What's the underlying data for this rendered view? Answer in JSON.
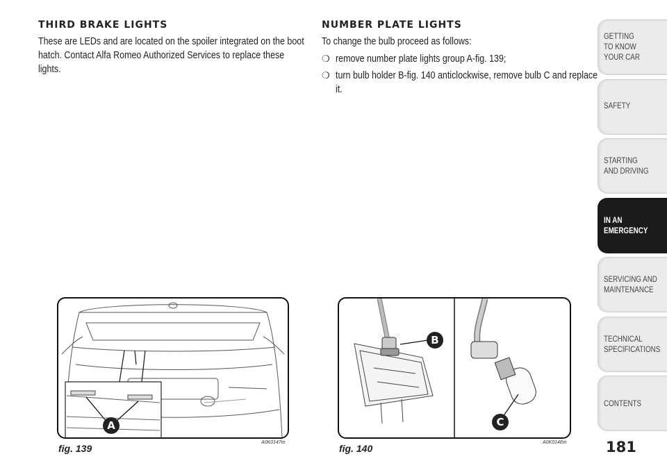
{
  "left_section": {
    "heading": "THIRD BRAKE LIGHTS",
    "body": "These are LEDs and are located on the spoiler integrated on the boot hatch. Contact Alfa Romeo Authorized Services to replace these lights."
  },
  "right_section": {
    "heading": "NUMBER PLATE LIGHTS",
    "intro": "To change the bulb proceed as follows:",
    "bullets": [
      "remove number plate lights group A-fig. 139;",
      "turn bulb holder B-fig. 140 anticlockwise, remove bulb C and replace it."
    ],
    "bullet_symbol": "❍"
  },
  "figures": [
    {
      "caption": "fig. 139",
      "code": "A0K0147m",
      "callouts": [
        "A"
      ]
    },
    {
      "caption": "fig. 140",
      "code": "A0K0146m",
      "callouts": [
        "B",
        "C"
      ]
    }
  ],
  "tabs": [
    {
      "label": "GETTING\nTO KNOW\nYOUR CAR",
      "active": false
    },
    {
      "label": "SAFETY",
      "active": false
    },
    {
      "label": "STARTING\nAND DRIVING",
      "active": false
    },
    {
      "label": "IN AN\nEMERGENCY",
      "active": true
    },
    {
      "label": "SERVICING AND\nMAINTENANCE",
      "active": false
    },
    {
      "label": "TECHNICAL\nSPECIFICATIONS",
      "active": false
    },
    {
      "label": "CONTENTS",
      "active": false
    }
  ],
  "page_number": "181"
}
